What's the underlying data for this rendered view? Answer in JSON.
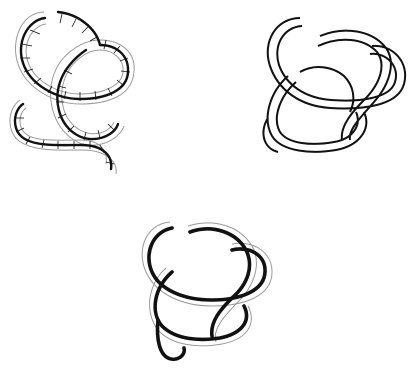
{
  "figure": {
    "panels": [
      {
        "id": "trefoil-ribbon-with-framing-ticks",
        "kind": "trefoil knot ribbon with tick marks along band"
      },
      {
        "id": "trefoil-double-outline",
        "kind": "trefoil knot drawn as doubled tube"
      },
      {
        "id": "trefoil-shaded-band",
        "kind": "trefoil knot drawn as thick shaded band"
      }
    ],
    "colors": {
      "ink": "#111111",
      "ribbon": "#9a9a9a",
      "background": "#ffffff"
    }
  }
}
